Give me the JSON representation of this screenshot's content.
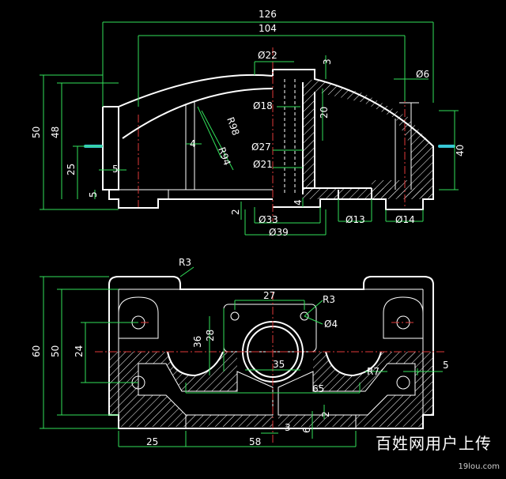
{
  "drawing": {
    "front_dims": {
      "w126": "126",
      "w104": "104",
      "d22": "Ø22",
      "v3": "3",
      "d6": "Ø6",
      "h50": "50",
      "h48": "48",
      "h25": "25",
      "h5a": "5",
      "h5b": "5",
      "d18": "Ø18",
      "v20": "20",
      "r98": "R98",
      "r94": "R94",
      "v4": "4",
      "d27": "Ø27",
      "d21": "Ø21",
      "h40": "40",
      "v2": "2",
      "v4b": "4",
      "d33": "Ø33",
      "d39": "Ø39",
      "d13": "Ø13",
      "d14": "Ø14"
    },
    "top_dims": {
      "r3a": "R3",
      "w27": "27",
      "r3b": "R3",
      "d4": "Ø4",
      "h60": "60",
      "h50": "50",
      "h24": "24",
      "h36": "36",
      "h28": "28",
      "w35": "35",
      "r7": "R7",
      "v5": "5",
      "w65": "65",
      "w25": "25",
      "w58": "58",
      "v3": "3",
      "v6": "6",
      "v2": "2"
    }
  },
  "watermark": {
    "text": "百姓网用户上传",
    "site": "19lou.com"
  }
}
